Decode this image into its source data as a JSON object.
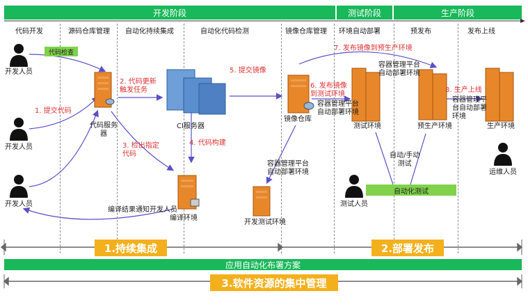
{
  "phases": {
    "dev": "开发阶段",
    "test": "测试阶段",
    "prod": "生产阶段"
  },
  "columns": [
    "代码开发",
    "源码仓库管理",
    "自动化持续集成",
    "自动化代码检测",
    "镜像仓库管理",
    "环境自动部署",
    "预发布",
    "发布上线"
  ],
  "actors": {
    "dev1": "开发人员",
    "dev2": "开发人员",
    "dev3": "开发人员",
    "tester": "测试人员",
    "ops": "运维人员"
  },
  "nodes": {
    "code_server": "代码服务\n器",
    "ci_server": "CI服务器",
    "build_env": "编译环境",
    "image_repo": "镜像仓库",
    "dev_test_env": "开发测试环境",
    "test_env": "测试环境",
    "preprod_env": "预生产环境",
    "prod_env": "生产环境"
  },
  "labels": {
    "code_check": "代码检查",
    "container_platform_1": "容器管理平台\n自动部署环境",
    "container_platform_2": "容器管理平台\n自动部署环境",
    "container_platform_3": "容器管理平台\n自动部署环境",
    "container_platform_4": "容器管理平\n台自动部署\n环境",
    "auto_manual_test": "自动/手动\n测试",
    "auto_test": "自动化测试",
    "build_notify": "编译结果通知开发人员"
  },
  "steps": {
    "s1": "1. 提交代码",
    "s2": "2. 代码更新\n触发任务",
    "s3": "3. 检出指定\n代码",
    "s4": "4. 代码构建",
    "s5": "5. 提交镜像",
    "s6": "6. 发布镜像\n到测试环境",
    "s7": "7. 发布镜像到预生产环境",
    "s8": "8. 生产上线"
  },
  "sections": {
    "ci": "1.持续集成",
    "deploy": "2.部署发布",
    "automation": "应用自动化布署方案",
    "resource": "3.软件资源的集中管理"
  },
  "colors": {
    "green": "#19b85a",
    "orange": "#f4b01c",
    "red": "#e03030",
    "purple": "#6a5acd",
    "light_green": "#7fd24a"
  }
}
